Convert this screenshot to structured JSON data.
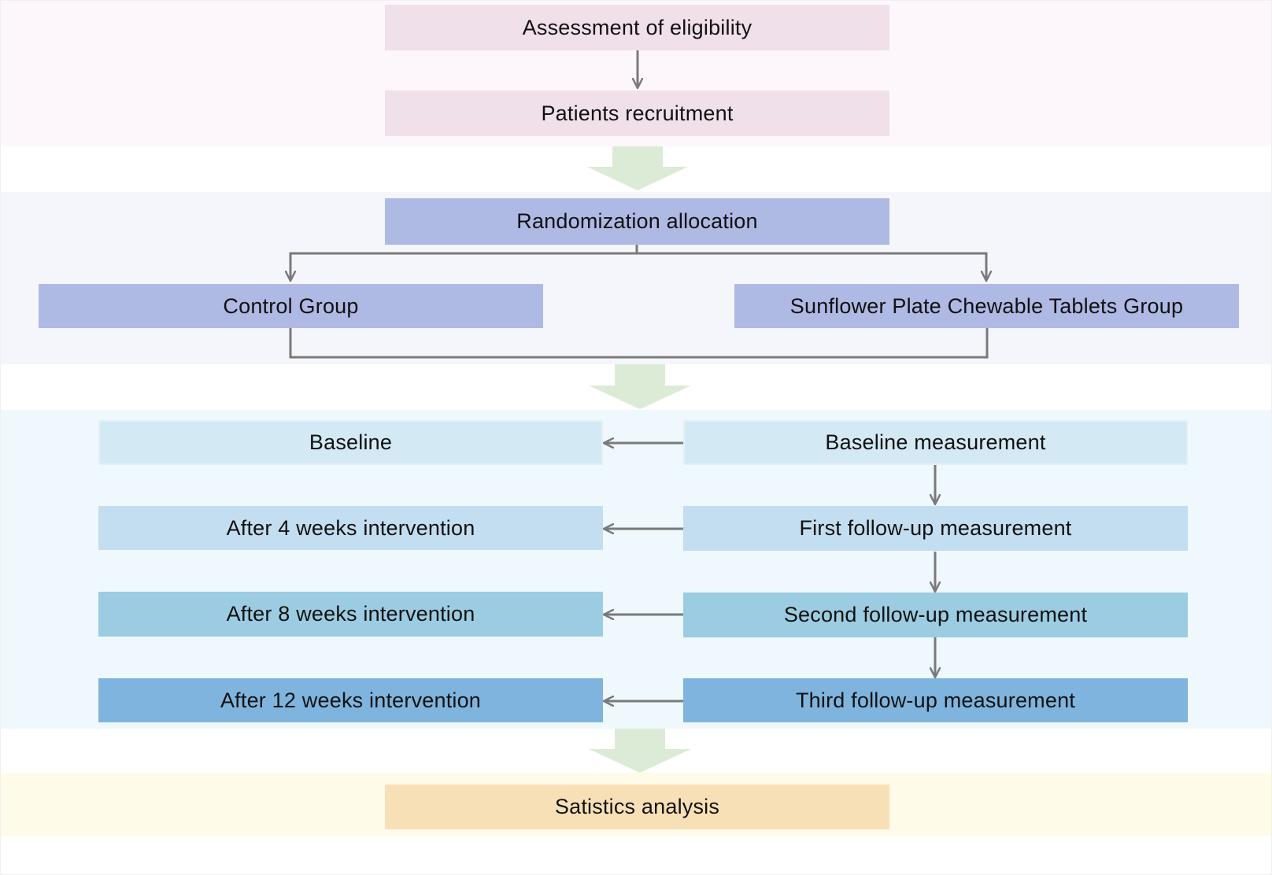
{
  "stage1": {
    "assessment": "Assessment of eligibility",
    "recruitment": "Patients recruitment"
  },
  "stage2": {
    "randomization": "Randomization allocation",
    "control_group": "Control Group",
    "treatment_group": "Sunflower Plate Chewable Tablets Group"
  },
  "stage3": {
    "left": [
      "Baseline",
      "After 4 weeks intervention",
      "After 8 weeks intervention",
      "After 12 weeks intervention"
    ],
    "right": [
      "Baseline measurement",
      "First follow-up measurement",
      "Second follow-up measurement",
      "Third follow-up measurement"
    ]
  },
  "stage4": {
    "statistics": "Satistics analysis"
  },
  "colors": {
    "connector": "#7a7a7a",
    "block_arrow": "#dcebd6"
  }
}
